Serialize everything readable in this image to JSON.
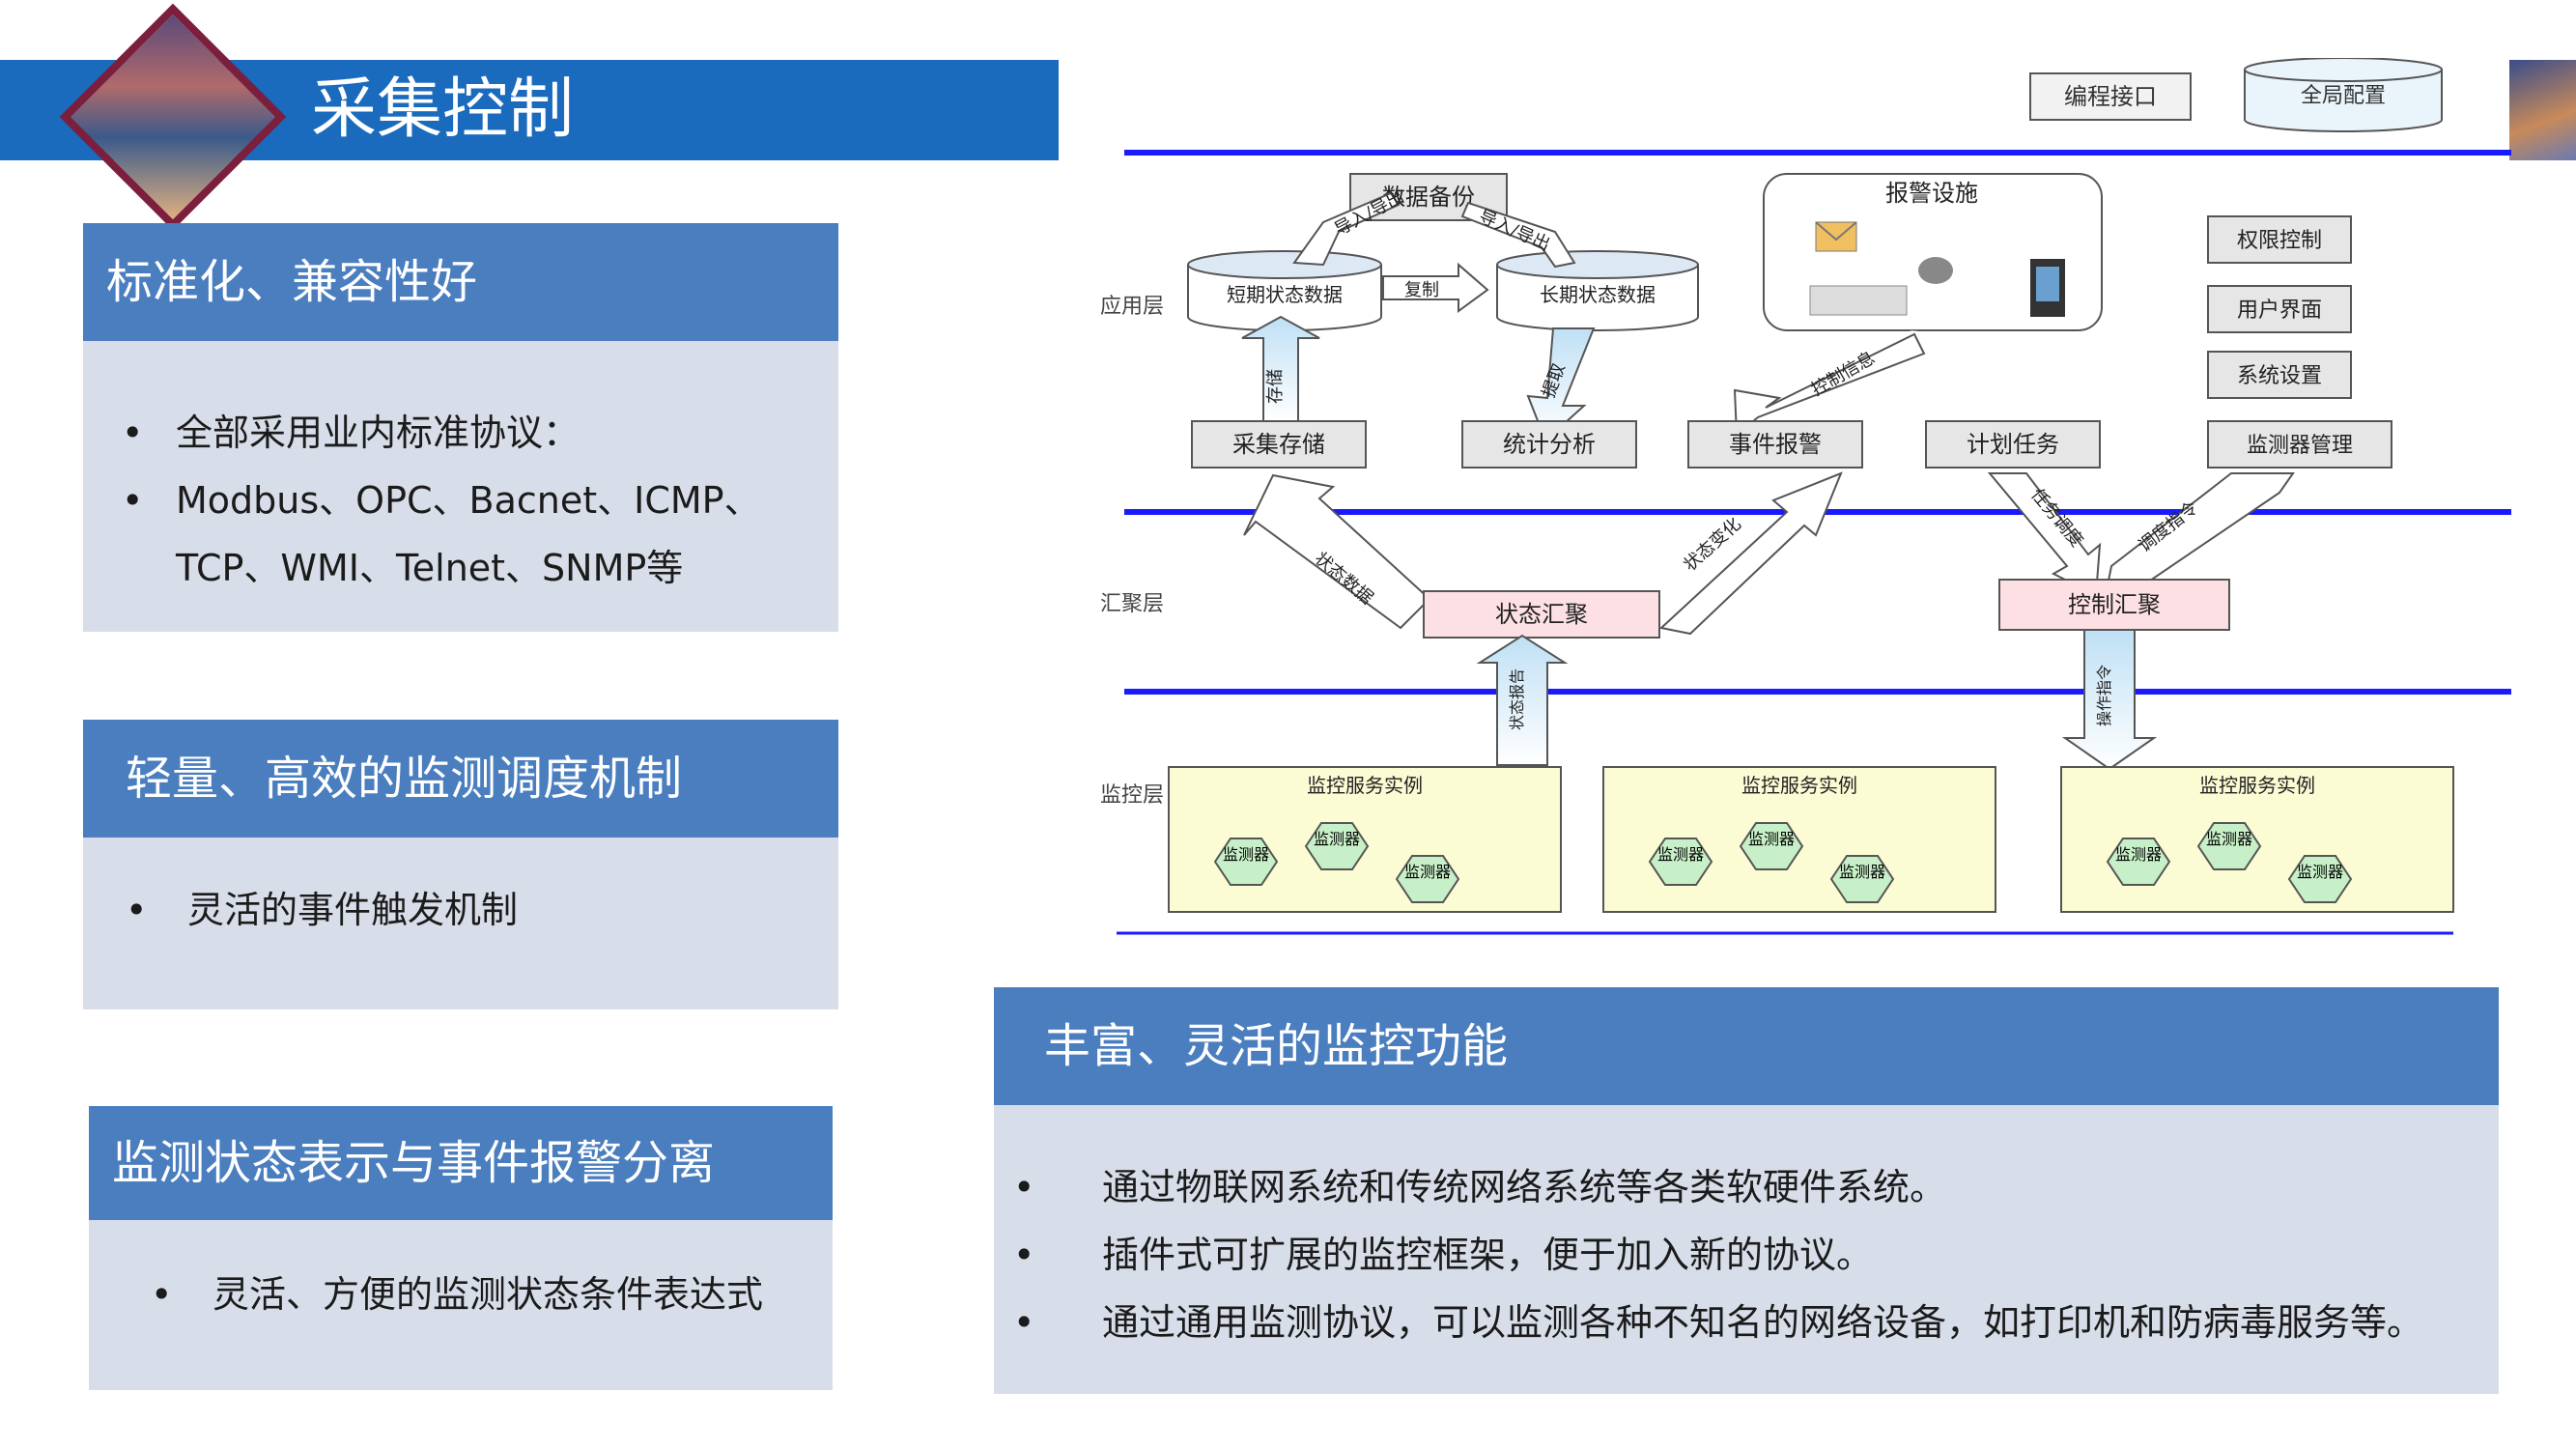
{
  "page": {
    "title": "采集控制"
  },
  "cards": [
    {
      "heading": "标准化、兼容性好",
      "bullets": [
        "全部采用业内标准协议：",
        "Modbus、OPC、Bacnet、ICMP、TCP、WMI、Telnet、SNMP等"
      ]
    },
    {
      "heading": "轻量、高效的监测调度机制",
      "bullets": [
        "灵活的事件触发机制"
      ]
    },
    {
      "heading": "监测状态表示与事件报警分离",
      "bullets": [
        "灵活、方便的监测状态条件表达式"
      ]
    },
    {
      "heading": "丰富、灵活的监控功能",
      "bullets": [
        "通过物联网系统和传统网络系统等各类软硬件系统。",
        "插件式可扩展的监控框架，便于加入新的协议。",
        "通过通用监测协议，可以监测各种不知名的网络设备，如打印机和防病毒服务等。"
      ]
    }
  ],
  "diagram": {
    "top_boxes": {
      "programming_interface": "编程接口",
      "global_config": "全局配置"
    },
    "layers": {
      "application": "应用层",
      "aggregation": "汇聚层",
      "monitoring": "监控层"
    },
    "app_layer": {
      "data_backup": "数据备份",
      "short_term_db": "短期状态数据",
      "long_term_db": "长期状态数据",
      "import_export_left": "导入/导出",
      "import_export_right": "导入/导出",
      "copy": "复制",
      "store": "存储",
      "extract": "提取",
      "alarm_facility": "报警设施",
      "control_info": "控制信息",
      "permission_control": "权限控制",
      "user_interface": "用户界面",
      "system_settings": "系统设置",
      "collect_store": "采集存储",
      "statistics": "统计分析",
      "event_alarm": "事件报警",
      "scheduled_task": "计划任务",
      "monitor_manage": "监测器管理"
    },
    "aggregation_layer": {
      "status_data": "状态数据",
      "status_change": "状态变化",
      "status_agg": "状态汇聚",
      "task_schedule": "任务调度",
      "dispatch_cmd": "调度指令",
      "control_agg": "控制汇聚"
    },
    "monitor_layer": {
      "status_report": "状态报告",
      "operation_cmd": "操作指令",
      "instance_title": "监控服务实例",
      "monitor": "监测器"
    }
  }
}
